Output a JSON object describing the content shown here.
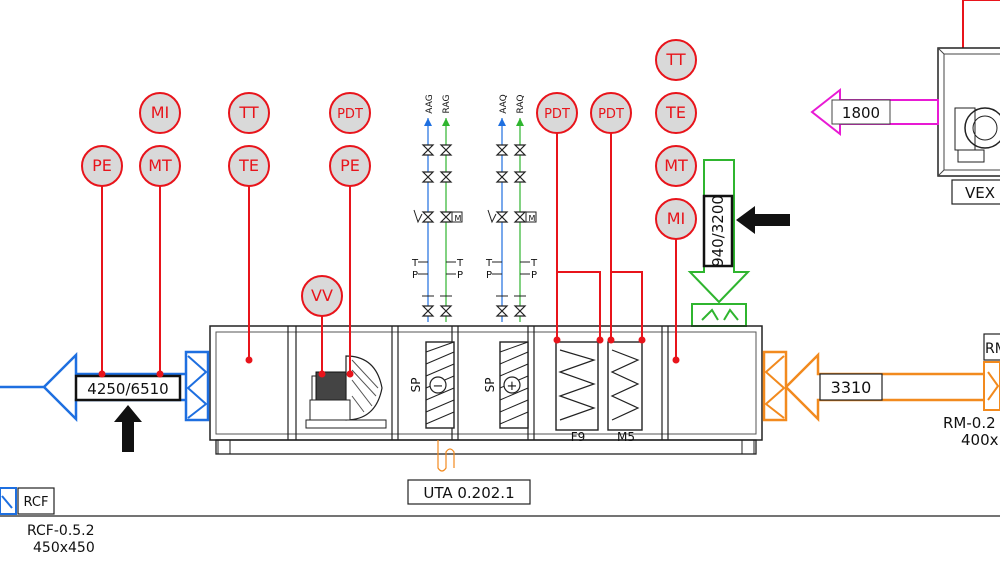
{
  "colors": {
    "instrument": "#e8141b",
    "instrument_fill": "#d9d9d9",
    "exhaust": "#1e6fe0",
    "outdoor_air": "#f28a1e",
    "supply_air": "#2fb52f",
    "extract_vex": "#e81ad4",
    "equipment_line": "#222222"
  },
  "unit": {
    "name": "UTA 0.202.1"
  },
  "flows": {
    "exhaust": "4250/6510",
    "outdoor": "3310",
    "supply": "940/3200",
    "vex": "1800"
  },
  "equipment": {
    "vex": "VEX",
    "rm_tag": "RM",
    "rm_name": "RM-0.2",
    "rm_size": "400x",
    "rcf_tag": "RCF",
    "rcf_name": "RCF-0.5.2",
    "rcf_size": "450x450"
  },
  "coils": {
    "cold_label": "SP",
    "hot_label": "SP",
    "cold_symbol": "−",
    "hot_symbol": "+"
  },
  "filters": {
    "f1": "F9",
    "f2": "M5"
  },
  "valves": {
    "cold_supply": "AAG",
    "cold_return": "RAG",
    "hot_supply": "AAQ",
    "hot_return": "RAQ",
    "t": "T",
    "p": "P",
    "motor": "M"
  },
  "instruments": [
    {
      "id": "pe1",
      "label": "PE"
    },
    {
      "id": "mi1",
      "label": "MI"
    },
    {
      "id": "mt1",
      "label": "MT"
    },
    {
      "id": "tt1",
      "label": "TT"
    },
    {
      "id": "te1",
      "label": "TE"
    },
    {
      "id": "pdt1",
      "label": "PDT"
    },
    {
      "id": "pe2",
      "label": "PE"
    },
    {
      "id": "vv1",
      "label": "VV"
    },
    {
      "id": "pdt2",
      "label": "PDT"
    },
    {
      "id": "pdt3",
      "label": "PDT"
    },
    {
      "id": "tt2",
      "label": "TT"
    },
    {
      "id": "te2",
      "label": "TE"
    },
    {
      "id": "mt2",
      "label": "MT"
    },
    {
      "id": "mi2",
      "label": "MI"
    }
  ]
}
